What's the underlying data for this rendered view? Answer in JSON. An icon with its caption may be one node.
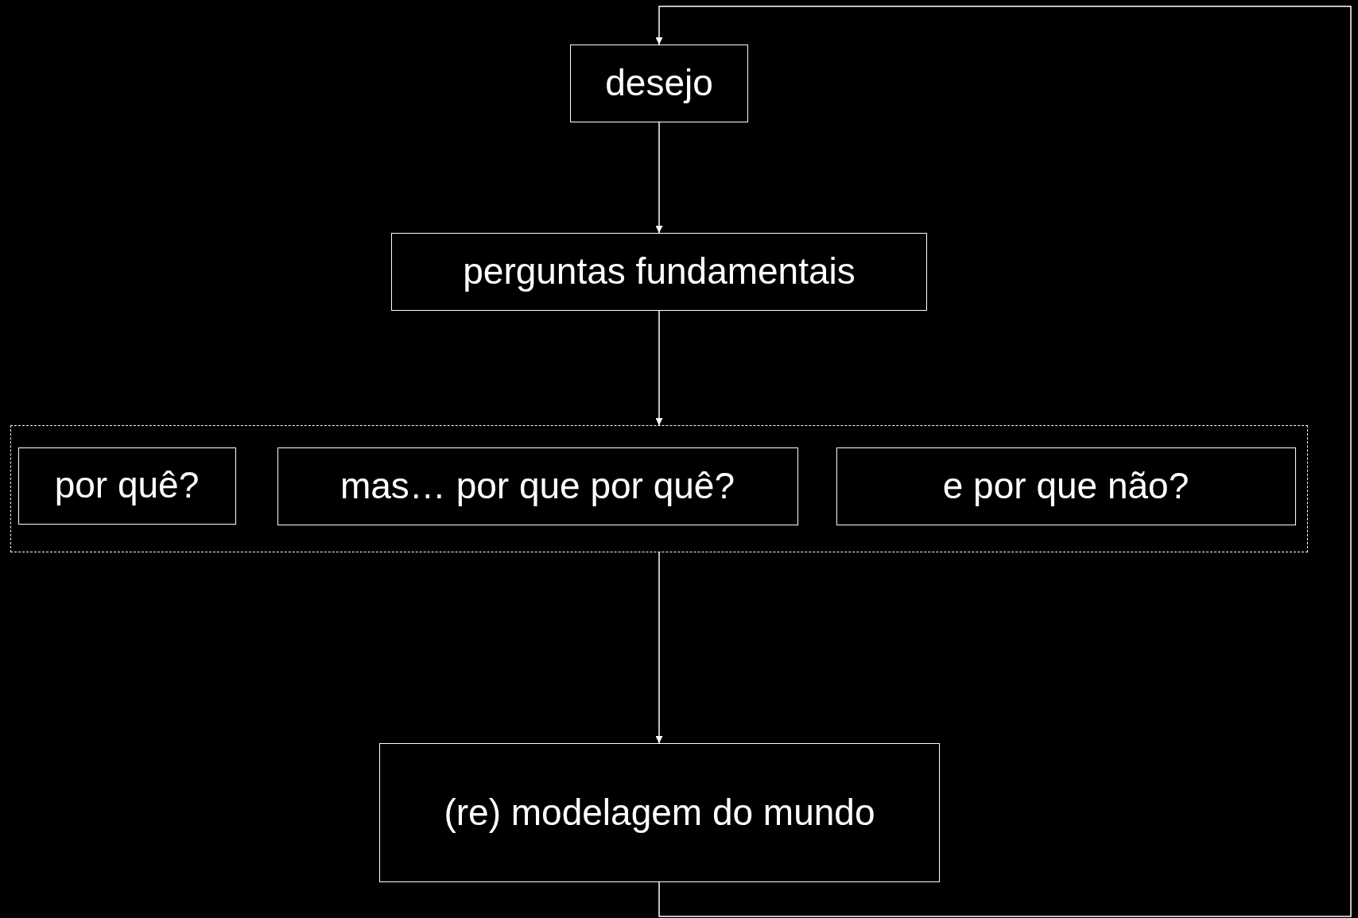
{
  "diagram": {
    "nodes": [
      {
        "text": [
          "desejo"
        ]
      },
      {
        "text": [
          "perguntas fundamentais"
        ]
      },
      {
        "text": [],
        "shape": "box"
      },
      {
        "text": [
          "por quê?"
        ],
        "in": 2
      },
      {
        "text": [
          "mas… por que por quê?"
        ],
        "in": 2
      },
      {
        "text": [
          "e por que não?"
        ],
        "in": 2
      },
      {
        "text": [
          "(re) modelagem do mundo"
        ]
      }
    ],
    "edges": [
      {
        "from": 0,
        "to": 1,
        "arrow": "to"
      },
      {
        "from": 1,
        "to": 2,
        "arrow": "to"
      },
      {
        "from": 2,
        "to": 6,
        "arrow": "to"
      },
      {
        "from": 6,
        "to": 0,
        "arrow": "to"
      }
    ]
  }
}
